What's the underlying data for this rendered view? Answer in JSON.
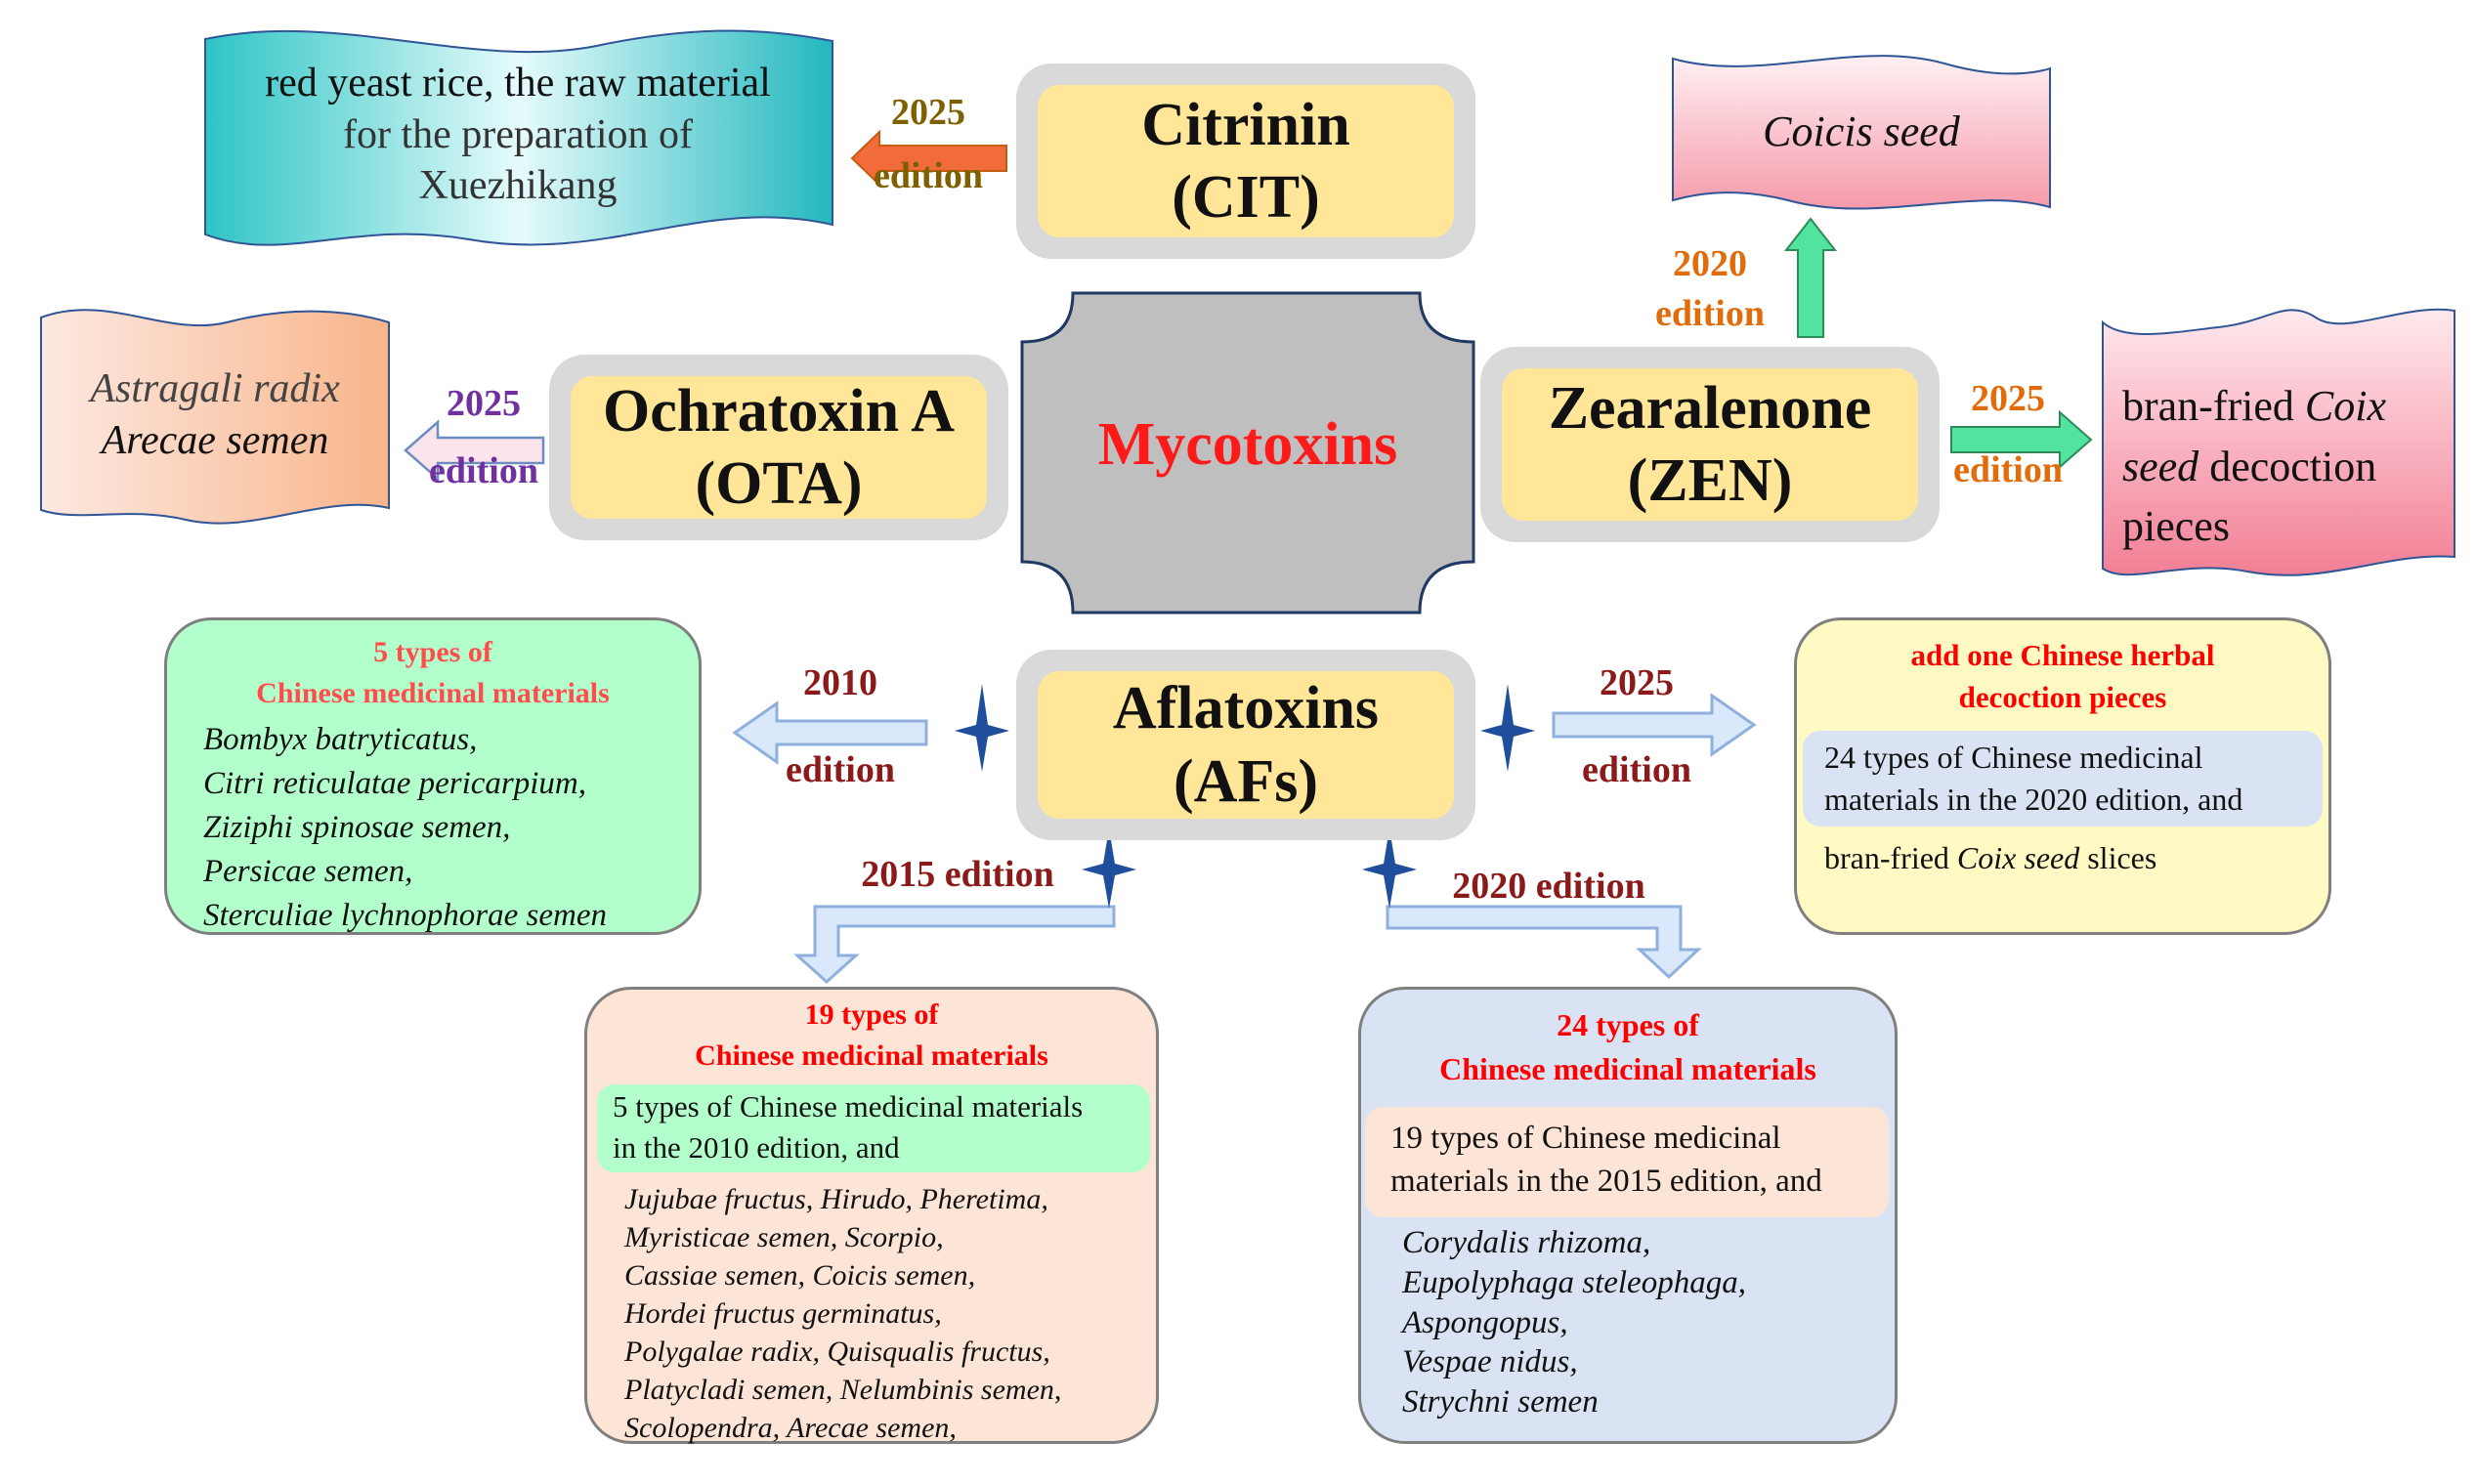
{
  "center": {
    "label": "Mycotoxins"
  },
  "citrinin": {
    "name": "Citrinin",
    "abbr": "(CIT)",
    "edition_year": "2025",
    "edition_word": "edition",
    "source_lines": [
      "red yeast rice, the raw material",
      "for the preparation of",
      "Xuezhikang"
    ]
  },
  "ochratoxin": {
    "name": "Ochratoxin A",
    "abbr": "(OTA)",
    "edition_year": "2025",
    "edition_word": "edition",
    "source_lines": [
      "Astragali radix",
      "Arecae semen"
    ]
  },
  "zearalenone": {
    "name": "Zearalenone",
    "abbr": "(ZEN)",
    "edition_2020_year": "2020",
    "edition_2020_word": "edition",
    "source_2020": "Coicis seed",
    "edition_2025_year": "2025",
    "edition_2025_word": "edition",
    "source_2025": {
      "line1_plain": "bran-fried ",
      "line1_italic": "Coix",
      "line2_italic": "seed",
      "line2_plain": " decoction",
      "line3": "pieces"
    }
  },
  "aflatoxins": {
    "name": "Aflatoxins",
    "abbr": "(AFs)",
    "ed2010": {
      "year": "2010",
      "word": "edition",
      "header": [
        "5 types of",
        "Chinese medicinal materials"
      ],
      "items": [
        "Bombyx batryticatus,",
        "Citri reticulatae pericarpium,",
        "Ziziphi spinosae semen,",
        "Persicae semen,",
        "Sterculiae lychnophorae semen"
      ]
    },
    "ed2015": {
      "label": "2015 edition",
      "header": [
        "19 types of",
        "Chinese medicinal materials"
      ],
      "band": [
        "5 types of Chinese medicinal materials",
        "in the 2010 edition, and"
      ],
      "items": [
        "Jujubae fructus, Hirudo, Pheretima,",
        "Myristicae semen, Scorpio,",
        "Cassiae semen, Coicis semen,",
        "Hordei fructus germinatus,",
        "Polygalae radix, Quisqualis fructus,",
        "Platycladi semen, Nelumbinis semen,",
        "Scolopendra, Arecae semen,"
      ]
    },
    "ed2020": {
      "label": "2020 edition",
      "header": [
        "24 types of",
        "Chinese medicinal materials"
      ],
      "band": [
        "19 types of Chinese medicinal",
        "materials in the 2015 edition, and"
      ],
      "items": [
        "Corydalis rhizoma,",
        "Eupolyphaga steleophaga,",
        "Aspongopus,",
        "Vespae nidus,",
        "Strychni semen"
      ]
    },
    "ed2025": {
      "year": "2025",
      "word": "edition",
      "header": [
        "add one Chinese herbal",
        "decoction pieces"
      ],
      "band": [
        "24 types of Chinese medicinal",
        "materials in the 2020 edition, and"
      ],
      "tail_plain1": "bran-fried ",
      "tail_italic": "Coix seed",
      "tail_plain2": " slices"
    }
  },
  "colors": {
    "toxin_fill": "#ffe699",
    "toxin_border": "#d9d9d9",
    "center_fill": "#bfbfbf",
    "center_border": "#1f3864",
    "center_text": "#ff1a1a",
    "edition_citrinin": "#7f6000",
    "edition_ota": "#7030a0",
    "edition_zen": "#e26b0a",
    "edition_afs": "#8b1a1a",
    "card_2010": "#b3ffcc",
    "card_2015": "#fce4d6",
    "card_2020": "#dae3f3",
    "card_2025": "#fff9c4"
  }
}
